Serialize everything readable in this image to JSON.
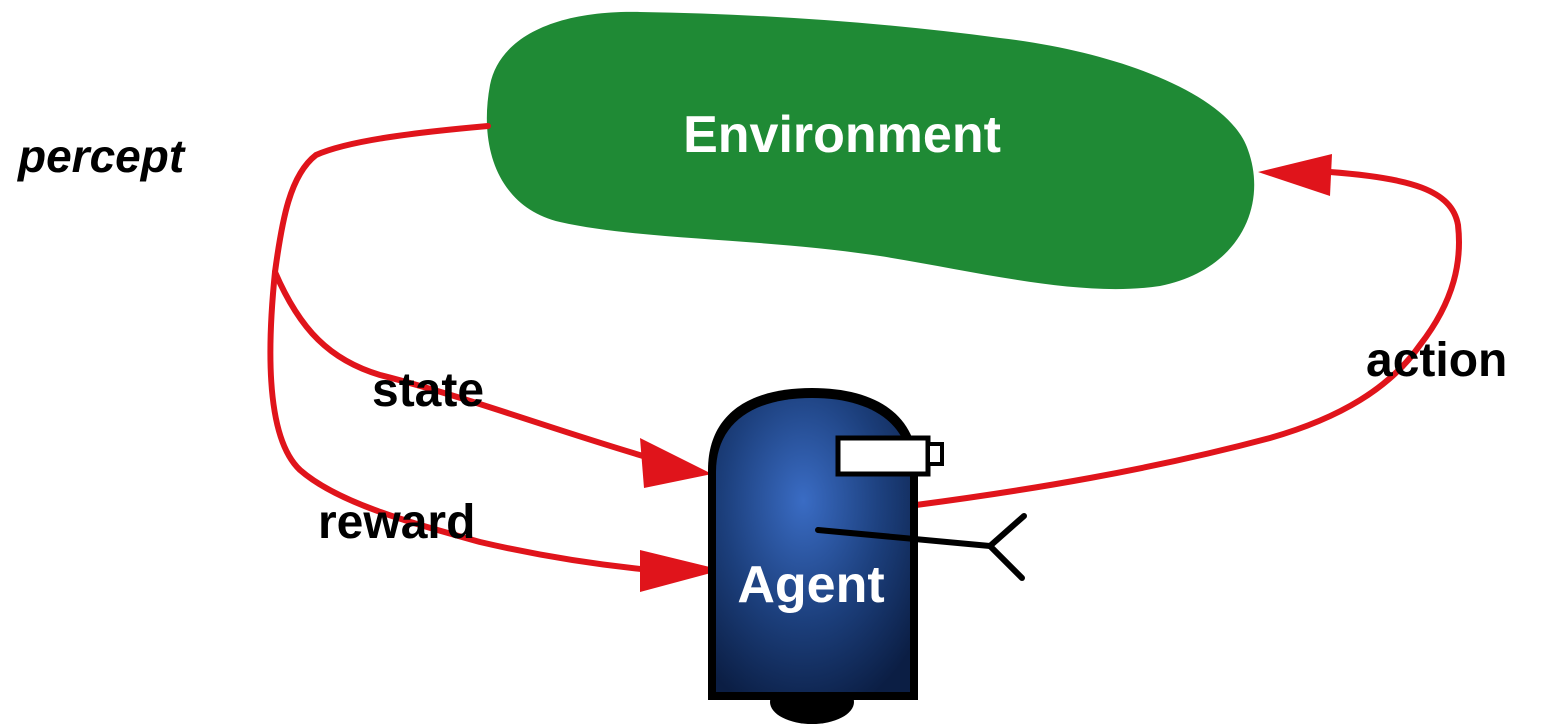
{
  "diagram": {
    "environment_label": "Environment",
    "agent_label": "Agent",
    "percept_label": "percept",
    "state_label": "state",
    "reward_label": "reward",
    "action_label": "action"
  },
  "colors": {
    "environment_fill": "#1f8a35",
    "agent_fill": "#1c3f7c",
    "arrow": "#e0141b",
    "label_text": "#000000",
    "node_text": "#ffffff"
  },
  "icons": {
    "agent_sensor": "camera-icon",
    "agent_effector": "gripper-icon"
  }
}
